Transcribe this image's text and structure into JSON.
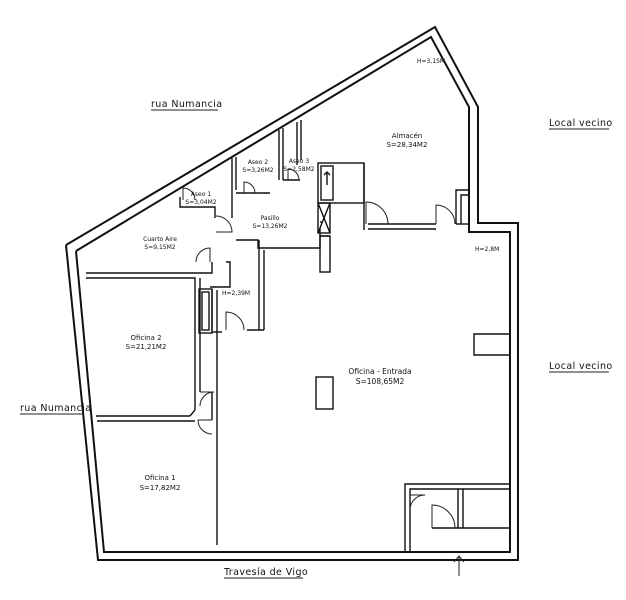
{
  "streets": {
    "top_left": "rua Numancia",
    "left": "rua Numancia",
    "bottom": "Travesía de Vigo",
    "right_top": "Local vecino",
    "right_mid": "Local vecino"
  },
  "rooms": {
    "almacen": {
      "name": "Almacén",
      "area": "S=28,34M2"
    },
    "aseo1": {
      "name": "Aseo 1",
      "area": "S=3,04M2"
    },
    "aseo2": {
      "name": "Aseo 2",
      "area": "S=3,26M2"
    },
    "aseo3": {
      "name": "Aseo 3",
      "area": "S=2,58M2"
    },
    "pasillo": {
      "name": "Pasillo",
      "area": "S=13,26M2"
    },
    "cuarto_aire": {
      "name": "Cuarto Aire",
      "area": "S=9,15M2"
    },
    "oficina2": {
      "name": "Oficina 2",
      "area": "S=21,21M2"
    },
    "oficina1": {
      "name": "Oficina 1",
      "area": "S=17,82M2"
    },
    "oficina_entrada": {
      "name": "Oficina - Entrada",
      "area": "S=108,65M2"
    }
  },
  "heights": {
    "almacen": "H=3,15M",
    "oficina_entrada": "H=2,8M",
    "pasillo": "H=2,39M"
  }
}
